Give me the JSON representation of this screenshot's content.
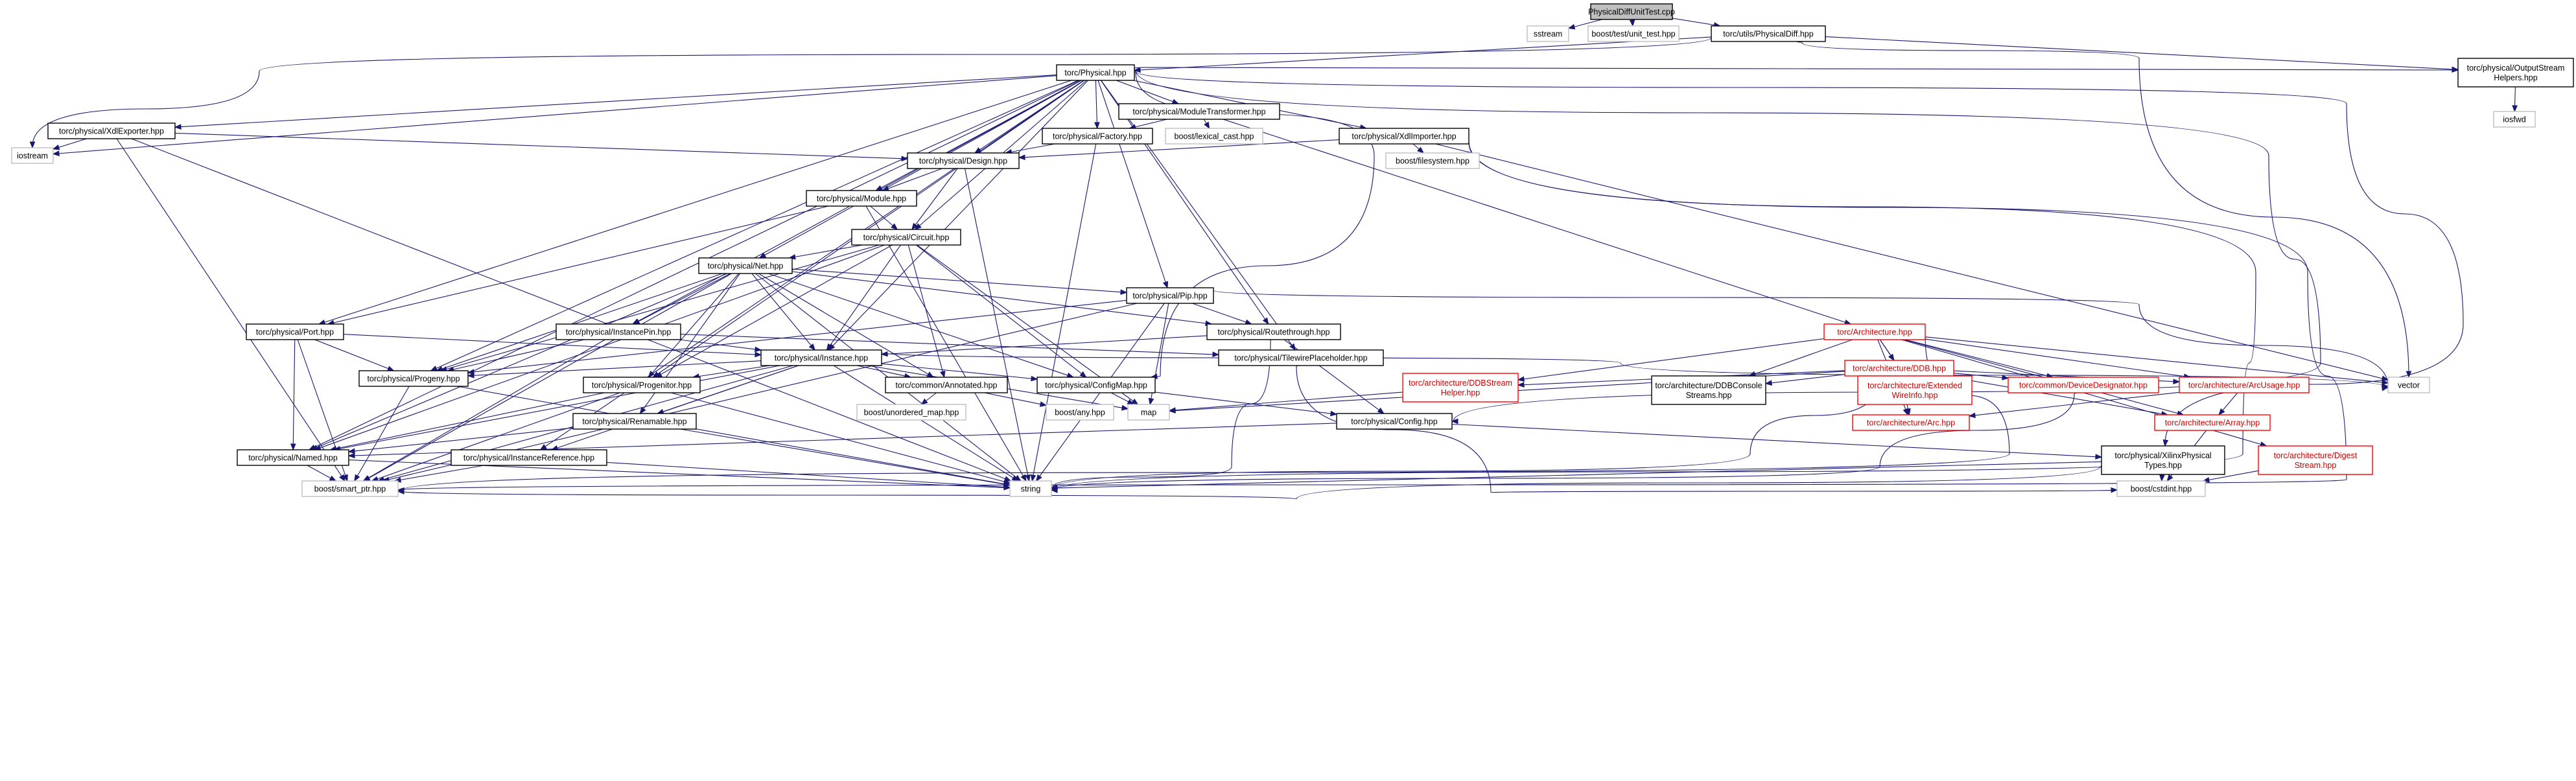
{
  "diagram": {
    "nodes": [
      {
        "id": "n_root",
        "lines": [
          "PhysicalDiffUnitTest.cpp"
        ],
        "style": "root"
      },
      {
        "id": "n_sstream",
        "lines": [
          "sstream"
        ],
        "style": "ext"
      },
      {
        "id": "n_boost_test",
        "lines": [
          "boost/test/unit_test.hpp"
        ],
        "style": "ext"
      },
      {
        "id": "n_physdiff",
        "lines": [
          "torc/utils/PhysicalDiff.hpp"
        ],
        "style": "normal"
      },
      {
        "id": "n_physical",
        "lines": [
          "torc/Physical.hpp"
        ],
        "style": "normal"
      },
      {
        "id": "n_output",
        "lines": [
          "torc/physical/OutputStream",
          "Helpers.hpp"
        ],
        "style": "normal"
      },
      {
        "id": "n_iosfwd",
        "lines": [
          "iosfwd"
        ],
        "style": "ext"
      },
      {
        "id": "n_xdlexp",
        "lines": [
          "torc/physical/XdlExporter.hpp"
        ],
        "style": "normal"
      },
      {
        "id": "n_iostream",
        "lines": [
          "iostream"
        ],
        "style": "ext"
      },
      {
        "id": "n_modtrans",
        "lines": [
          "torc/physical/ModuleTransformer.hpp"
        ],
        "style": "normal"
      },
      {
        "id": "n_lexical",
        "lines": [
          "boost/lexical_cast.hpp"
        ],
        "style": "ext"
      },
      {
        "id": "n_factory",
        "lines": [
          "torc/physical/Factory.hpp"
        ],
        "style": "normal"
      },
      {
        "id": "n_xdlimp",
        "lines": [
          "torc/physical/XdlImporter.hpp"
        ],
        "style": "normal"
      },
      {
        "id": "n_filesystem",
        "lines": [
          "boost/filesystem.hpp"
        ],
        "style": "ext"
      },
      {
        "id": "n_design",
        "lines": [
          "torc/physical/Design.hpp"
        ],
        "style": "normal"
      },
      {
        "id": "n_module",
        "lines": [
          "torc/physical/Module.hpp"
        ],
        "style": "normal"
      },
      {
        "id": "n_circuit",
        "lines": [
          "torc/physical/Circuit.hpp"
        ],
        "style": "normal"
      },
      {
        "id": "n_net",
        "lines": [
          "torc/physical/Net.hpp"
        ],
        "style": "normal"
      },
      {
        "id": "n_pip",
        "lines": [
          "torc/physical/Pip.hpp"
        ],
        "style": "normal"
      },
      {
        "id": "n_port",
        "lines": [
          "torc/physical/Port.hpp"
        ],
        "style": "normal"
      },
      {
        "id": "n_instpin",
        "lines": [
          "torc/physical/InstancePin.hpp"
        ],
        "style": "normal"
      },
      {
        "id": "n_routethrough",
        "lines": [
          "torc/physical/Routethrough.hpp"
        ],
        "style": "normal"
      },
      {
        "id": "n_architecture",
        "lines": [
          "torc/Architecture.hpp"
        ],
        "style": "trunc"
      },
      {
        "id": "n_instance",
        "lines": [
          "torc/physical/Instance.hpp"
        ],
        "style": "normal"
      },
      {
        "id": "n_tilewire",
        "lines": [
          "torc/physical/TilewirePlaceholder.hpp"
        ],
        "style": "normal"
      },
      {
        "id": "n_ddb",
        "lines": [
          "torc/architecture/DDB.hpp"
        ],
        "style": "trunc"
      },
      {
        "id": "n_progeny",
        "lines": [
          "torc/physical/Progeny.hpp"
        ],
        "style": "normal"
      },
      {
        "id": "n_progenitor",
        "lines": [
          "torc/physical/Progenitor.hpp"
        ],
        "style": "normal"
      },
      {
        "id": "n_annotated",
        "lines": [
          "torc/common/Annotated.hpp"
        ],
        "style": "normal"
      },
      {
        "id": "n_configmap",
        "lines": [
          "torc/physical/ConfigMap.hpp"
        ],
        "style": "normal"
      },
      {
        "id": "n_ddbstream",
        "lines": [
          "torc/architecture/DDBStream",
          "Helper.hpp"
        ],
        "style": "trunc"
      },
      {
        "id": "n_ddbconsole",
        "lines": [
          "torc/architecture/DDBConsole",
          "Streams.hpp"
        ],
        "style": "normal"
      },
      {
        "id": "n_extwire",
        "lines": [
          "torc/architecture/Extended",
          "WireInfo.hpp"
        ],
        "style": "trunc"
      },
      {
        "id": "n_devdes",
        "lines": [
          "torc/common/DeviceDesignator.hpp"
        ],
        "style": "trunc"
      },
      {
        "id": "n_arcusage",
        "lines": [
          "torc/architecture/ArcUsage.hpp"
        ],
        "style": "trunc"
      },
      {
        "id": "n_vector",
        "lines": [
          "vector"
        ],
        "style": "ext"
      },
      {
        "id": "n_unordered",
        "lines": [
          "boost/unordered_map.hpp"
        ],
        "style": "ext"
      },
      {
        "id": "n_any",
        "lines": [
          "boost/any.hpp"
        ],
        "style": "ext"
      },
      {
        "id": "n_map",
        "lines": [
          "map"
        ],
        "style": "ext"
      },
      {
        "id": "n_renamable",
        "lines": [
          "torc/physical/Renamable.hpp"
        ],
        "style": "normal"
      },
      {
        "id": "n_config",
        "lines": [
          "torc/physical/Config.hpp"
        ],
        "style": "normal"
      },
      {
        "id": "n_arc",
        "lines": [
          "torc/architecture/Arc.hpp"
        ],
        "style": "trunc"
      },
      {
        "id": "n_array",
        "lines": [
          "torc/architecture/Array.hpp"
        ],
        "style": "trunc"
      },
      {
        "id": "n_named",
        "lines": [
          "torc/physical/Named.hpp"
        ],
        "style": "normal"
      },
      {
        "id": "n_instref",
        "lines": [
          "torc/physical/InstanceReference.hpp"
        ],
        "style": "normal"
      },
      {
        "id": "n_xilinx",
        "lines": [
          "torc/physical/XilinxPhysical",
          "Types.hpp"
        ],
        "style": "normal"
      },
      {
        "id": "n_digest",
        "lines": [
          "torc/architecture/Digest",
          "Stream.hpp"
        ],
        "style": "trunc"
      },
      {
        "id": "n_smartptr",
        "lines": [
          "boost/smart_ptr.hpp"
        ],
        "style": "ext"
      },
      {
        "id": "n_string",
        "lines": [
          "string"
        ],
        "style": "ext"
      },
      {
        "id": "n_cstdint",
        "lines": [
          "boost/cstdint.hpp"
        ],
        "style": "ext"
      }
    ],
    "edges": [
      [
        "n_root",
        "n_sstream"
      ],
      [
        "n_root",
        "n_boost_test"
      ],
      [
        "n_root",
        "n_physdiff"
      ],
      [
        "n_physdiff",
        "n_physical"
      ],
      [
        "n_physdiff",
        "n_output"
      ],
      [
        "n_physdiff",
        "n_vector"
      ],
      [
        "n_physdiff",
        "n_iostream"
      ],
      [
        "n_physical",
        "n_output"
      ],
      [
        "n_physical",
        "n_xdlexp"
      ],
      [
        "n_physical",
        "n_iostream"
      ],
      [
        "n_physical",
        "n_modtrans"
      ],
      [
        "n_physical",
        "n_factory"
      ],
      [
        "n_physical",
        "n_xdlimp"
      ],
      [
        "n_physical",
        "n_design"
      ],
      [
        "n_physical",
        "n_module"
      ],
      [
        "n_physical",
        "n_circuit"
      ],
      [
        "n_physical",
        "n_net"
      ],
      [
        "n_physical",
        "n_pip"
      ],
      [
        "n_physical",
        "n_port"
      ],
      [
        "n_physical",
        "n_instpin"
      ],
      [
        "n_physical",
        "n_routethrough"
      ],
      [
        "n_physical",
        "n_instance"
      ],
      [
        "n_physical",
        "n_tilewire"
      ],
      [
        "n_physical",
        "n_progeny"
      ],
      [
        "n_physical",
        "n_progenitor"
      ],
      [
        "n_physical",
        "n_configmap"
      ],
      [
        "n_physical",
        "n_named"
      ],
      [
        "n_physical",
        "n_instref"
      ],
      [
        "n_physical",
        "n_xilinx"
      ],
      [
        "n_physical",
        "n_config"
      ],
      [
        "n_output",
        "n_iosfwd"
      ],
      [
        "n_xdlexp",
        "n_iostream"
      ],
      [
        "n_xdlexp",
        "n_design"
      ],
      [
        "n_xdlexp",
        "n_smartptr"
      ],
      [
        "n_xdlexp",
        "n_string"
      ],
      [
        "n_modtrans",
        "n_lexical"
      ],
      [
        "n_modtrans",
        "n_factory"
      ],
      [
        "n_modtrans",
        "n_architecture"
      ],
      [
        "n_factory",
        "n_design"
      ],
      [
        "n_factory",
        "n_string"
      ],
      [
        "n_xdlimp",
        "n_filesystem"
      ],
      [
        "n_xdlimp",
        "n_design"
      ],
      [
        "n_xdlimp",
        "n_vector"
      ],
      [
        "n_xdlimp",
        "n_smartptr"
      ],
      [
        "n_xdlimp",
        "n_string"
      ],
      [
        "n_design",
        "n_module"
      ],
      [
        "n_design",
        "n_circuit"
      ],
      [
        "n_design",
        "n_string"
      ],
      [
        "n_module",
        "n_circuit"
      ],
      [
        "n_module",
        "n_port"
      ],
      [
        "n_module",
        "n_string"
      ],
      [
        "n_circuit",
        "n_net"
      ],
      [
        "n_circuit",
        "n_instance"
      ],
      [
        "n_circuit",
        "n_progeny"
      ],
      [
        "n_circuit",
        "n_progenitor"
      ],
      [
        "n_circuit",
        "n_annotated"
      ],
      [
        "n_circuit",
        "n_configmap"
      ],
      [
        "n_circuit",
        "n_map"
      ],
      [
        "n_circuit",
        "n_named"
      ],
      [
        "n_net",
        "n_pip"
      ],
      [
        "n_net",
        "n_instpin"
      ],
      [
        "n_net",
        "n_routethrough"
      ],
      [
        "n_net",
        "n_instance"
      ],
      [
        "n_net",
        "n_progeny"
      ],
      [
        "n_net",
        "n_progenitor"
      ],
      [
        "n_net",
        "n_annotated"
      ],
      [
        "n_net",
        "n_configmap"
      ],
      [
        "n_net",
        "n_renamable"
      ],
      [
        "n_net",
        "n_named"
      ],
      [
        "n_net",
        "n_smartptr"
      ],
      [
        "n_net",
        "n_string"
      ],
      [
        "n_pip",
        "n_routethrough"
      ],
      [
        "n_pip",
        "n_progeny"
      ],
      [
        "n_pip",
        "n_smartptr"
      ],
      [
        "n_pip",
        "n_string"
      ],
      [
        "n_pip",
        "n_map"
      ],
      [
        "n_pip",
        "n_vector"
      ],
      [
        "n_port",
        "n_instance"
      ],
      [
        "n_port",
        "n_progeny"
      ],
      [
        "n_port",
        "n_named"
      ],
      [
        "n_port",
        "n_smartptr"
      ],
      [
        "n_instpin",
        "n_instance"
      ],
      [
        "n_instpin",
        "n_tilewire"
      ],
      [
        "n_instpin",
        "n_progeny"
      ],
      [
        "n_instpin",
        "n_smartptr"
      ],
      [
        "n_routethrough",
        "n_instance"
      ],
      [
        "n_routethrough",
        "n_config"
      ],
      [
        "n_routethrough",
        "n_string"
      ],
      [
        "n_tilewire",
        "n_cstdint"
      ],
      [
        "n_instance",
        "n_progeny"
      ],
      [
        "n_instance",
        "n_progenitor"
      ],
      [
        "n_instance",
        "n_annotated"
      ],
      [
        "n_instance",
        "n_configmap"
      ],
      [
        "n_instance",
        "n_renamable"
      ],
      [
        "n_instance",
        "n_named"
      ],
      [
        "n_instance",
        "n_instref"
      ],
      [
        "n_instance",
        "n_map"
      ],
      [
        "n_instance",
        "n_vector"
      ],
      [
        "n_instance",
        "n_smartptr"
      ],
      [
        "n_instance",
        "n_string"
      ],
      [
        "n_architecture",
        "n_ddb"
      ],
      [
        "n_architecture",
        "n_ddbstream"
      ],
      [
        "n_architecture",
        "n_ddbconsole"
      ],
      [
        "n_architecture",
        "n_extwire"
      ],
      [
        "n_architecture",
        "n_devdes"
      ],
      [
        "n_architecture",
        "n_arcusage"
      ],
      [
        "n_architecture",
        "n_vector"
      ],
      [
        "n_architecture",
        "n_arc"
      ],
      [
        "n_architecture",
        "n_array"
      ],
      [
        "n_architecture",
        "n_digest"
      ],
      [
        "n_architecture",
        "n_smartptr"
      ],
      [
        "n_ddb",
        "n_ddbstream"
      ],
      [
        "n_ddb",
        "n_ddbconsole"
      ],
      [
        "n_ddb",
        "n_extwire"
      ],
      [
        "n_ddb",
        "n_devdes"
      ],
      [
        "n_ddb",
        "n_arcusage"
      ],
      [
        "n_ddb",
        "n_arc"
      ],
      [
        "n_ddb",
        "n_map"
      ],
      [
        "n_ddb",
        "n_string"
      ],
      [
        "n_ddb",
        "n_array"
      ],
      [
        "n_ddbstream",
        "n_map"
      ],
      [
        "n_progeny",
        "n_smartptr"
      ],
      [
        "n_progeny",
        "n_string"
      ],
      [
        "n_progenitor",
        "n_smartptr"
      ],
      [
        "n_progenitor",
        "n_string"
      ],
      [
        "n_progenitor",
        "n_named"
      ],
      [
        "n_annotated",
        "n_unordered"
      ],
      [
        "n_annotated",
        "n_any"
      ],
      [
        "n_configmap",
        "n_map"
      ],
      [
        "n_configmap",
        "n_config"
      ],
      [
        "n_devdes",
        "n_string"
      ],
      [
        "n_arcusage",
        "n_arc"
      ],
      [
        "n_arcusage",
        "n_array"
      ],
      [
        "n_renamable",
        "n_named"
      ],
      [
        "n_renamable",
        "n_string"
      ],
      [
        "n_config",
        "n_named"
      ],
      [
        "n_config",
        "n_xilinx"
      ],
      [
        "n_array",
        "n_cstdint"
      ],
      [
        "n_named",
        "n_smartptr"
      ],
      [
        "n_named",
        "n_string"
      ],
      [
        "n_instref",
        "n_smartptr"
      ],
      [
        "n_instref",
        "n_string"
      ],
      [
        "n_xilinx",
        "n_string"
      ],
      [
        "n_xilinx",
        "n_smartptr"
      ],
      [
        "n_xilinx",
        "n_cstdint"
      ],
      [
        "n_digest",
        "n_cstdint"
      ]
    ]
  }
}
